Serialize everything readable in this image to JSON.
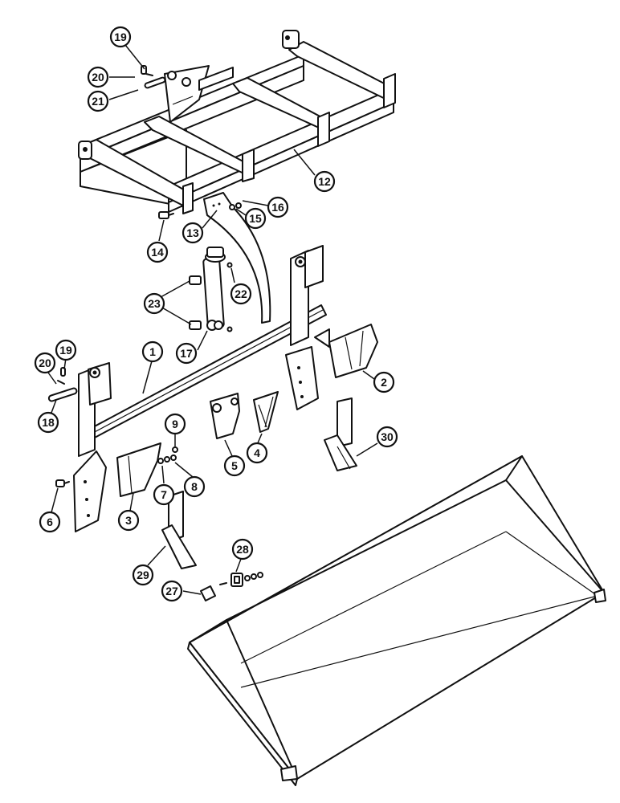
{
  "callouts": [
    {
      "id": "c19a",
      "label": "19"
    },
    {
      "id": "c20a",
      "label": "20"
    },
    {
      "id": "c21",
      "label": "21"
    },
    {
      "id": "c12",
      "label": "12"
    },
    {
      "id": "c16",
      "label": "16"
    },
    {
      "id": "c15",
      "label": "15"
    },
    {
      "id": "c13",
      "label": "13"
    },
    {
      "id": "c14",
      "label": "14"
    },
    {
      "id": "c22",
      "label": "22"
    },
    {
      "id": "c23",
      "label": "23"
    },
    {
      "id": "c17",
      "label": "17"
    },
    {
      "id": "c1",
      "label": "1"
    },
    {
      "id": "c2",
      "label": "2"
    },
    {
      "id": "c20b",
      "label": "20"
    },
    {
      "id": "c19b",
      "label": "19"
    },
    {
      "id": "c18",
      "label": "18"
    },
    {
      "id": "c9",
      "label": "9"
    },
    {
      "id": "c5",
      "label": "5"
    },
    {
      "id": "c4",
      "label": "4"
    },
    {
      "id": "c30",
      "label": "30"
    },
    {
      "id": "c7",
      "label": "7"
    },
    {
      "id": "c8",
      "label": "8"
    },
    {
      "id": "c6",
      "label": "6"
    },
    {
      "id": "c3",
      "label": "3"
    },
    {
      "id": "c28",
      "label": "28"
    },
    {
      "id": "c29",
      "label": "29"
    },
    {
      "id": "c27",
      "label": "27"
    }
  ]
}
